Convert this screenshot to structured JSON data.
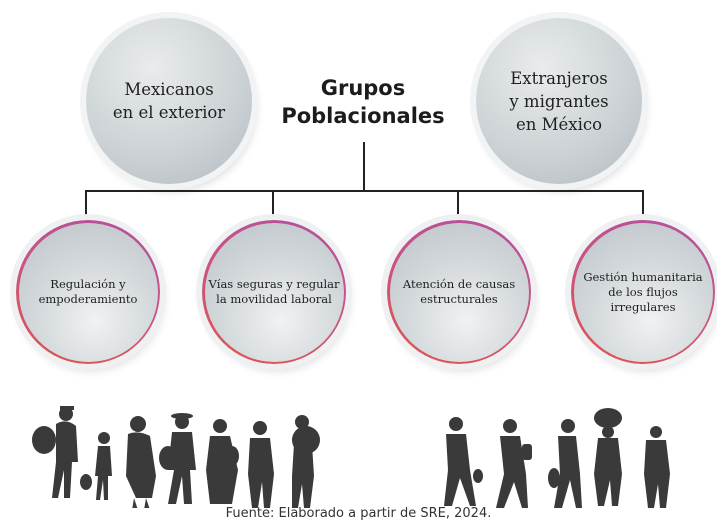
{
  "title": "Grupos\nPoblacionales",
  "top_groups": [
    {
      "label": "Mexicanos\nen el exterior"
    },
    {
      "label": "Extranjeros\ny migrantes\nen México"
    }
  ],
  "axes": [
    {
      "label": "Regulación y\nempoderamiento"
    },
    {
      "label": "Vías seguras y regular\nla movilidad laboral"
    },
    {
      "label": "Atención de causas\nestructurales"
    },
    {
      "label": "Gestión humanitaria\nde los flujos irregulares"
    }
  ],
  "source": "Fuente: Elaborado a partir de SRE, 2024.",
  "colors": {
    "ring_start": "#b34fa0",
    "ring_end": "#e0544a",
    "silhouette": "#3a3a3a",
    "connector": "#222222"
  }
}
